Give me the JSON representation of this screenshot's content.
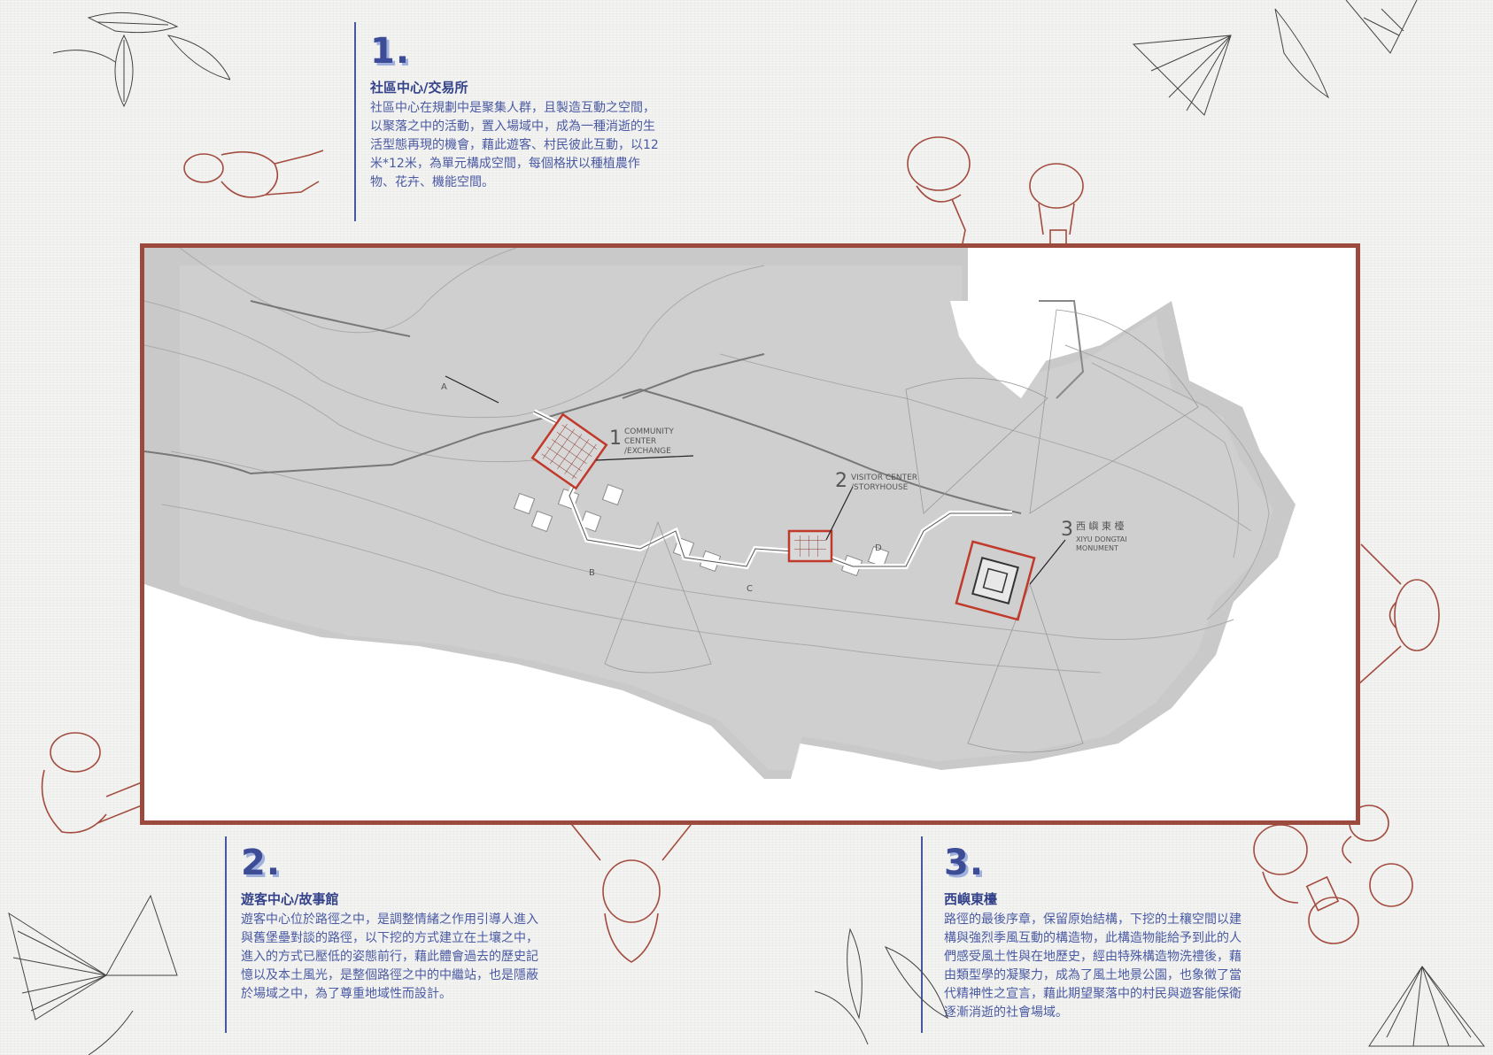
{
  "section1": {
    "number": "1.",
    "title": "社區中心/交易所",
    "body": "社區中心在規劃中是聚集人群，且製造互動之空間，以聚落之中的活動，置入場域中，成為一種消逝的生活型態再現的機會，藉此遊客、村民彼此互動，以12米*12米，為單元構成空間，每個格狀以種植農作物、花卉、機能空間。"
  },
  "section2": {
    "number": "2.",
    "title": "遊客中心/故事館",
    "body": "遊客中心位於路徑之中，是調整情緒之作用引導人進入與舊堡壘對談的路徑，以下挖的方式建立在土壤之中，進入的方式已壓低的姿態前行，藉此體會過去的歷史記憶以及本土風光，是整個路徑之中的中繼站，也是隱蔽於場域之中，為了尊重地域性而設計。"
  },
  "section3": {
    "number": "3.",
    "title": "西嶼東檯",
    "body": "路徑的最後序章，保留原始結構，下挖的土穰空間以建構與強烈季風互動的構造物，此構造物能給予到此的人們感受風土性與在地歷史，經由特殊構造物洗禮後，藉由類型學的凝聚力，成為了風土地景公園，也象徵了當代精神性之宣言，藉此期望聚落中的村民與遊客能保衛逐漸消逝的社會場域。"
  },
  "map": {
    "label1_num": "1",
    "label1_text": [
      "COMMUNITY",
      "CENTER",
      "/EXCHANGE"
    ],
    "label2_num": "2",
    "label2_text": [
      "VISITOR CENTER",
      "/STORYHOUSE"
    ],
    "label3_num": "3",
    "label3_cn": "西 嶼 東 檯",
    "label3_text": [
      "XIYU DONGTAI",
      "MONUMENT"
    ],
    "marker_a": "A",
    "marker_b": "B",
    "marker_c": "C",
    "marker_d": "D"
  },
  "colors": {
    "frame": "#9c4a3e",
    "text": "#3a4a8c",
    "highlight": "#c0392b"
  }
}
